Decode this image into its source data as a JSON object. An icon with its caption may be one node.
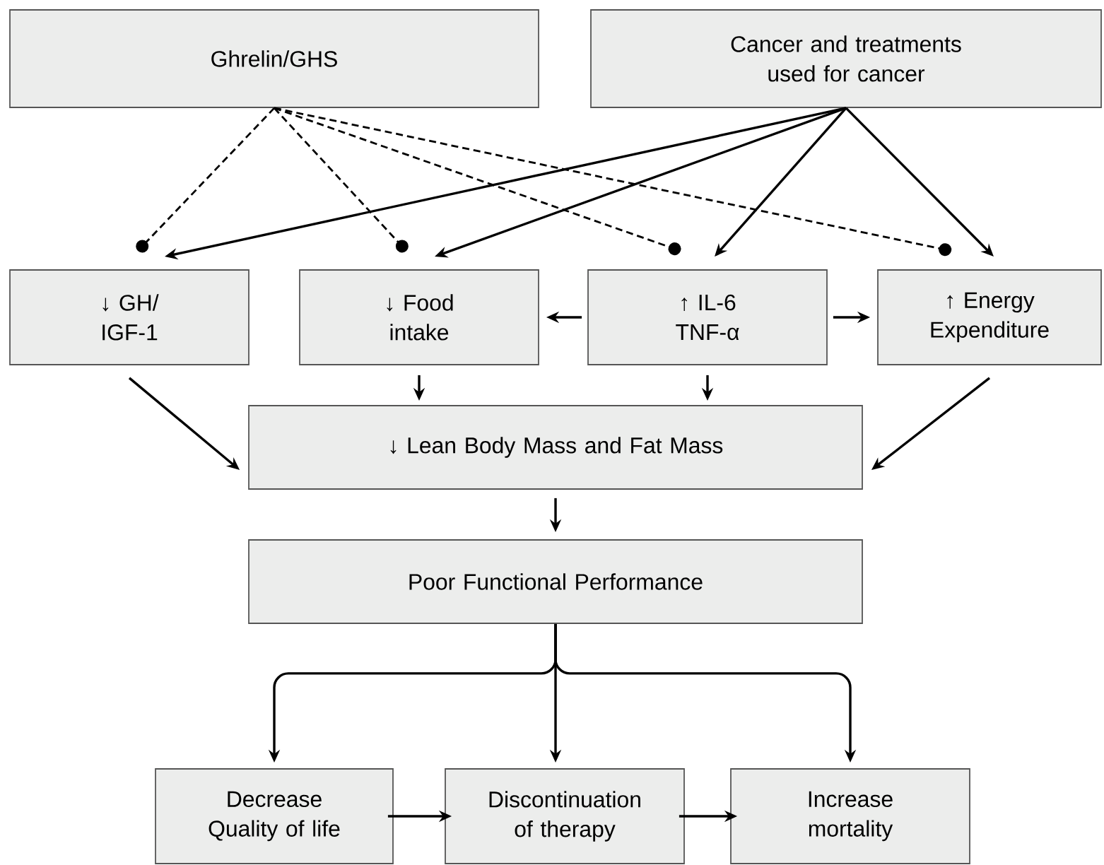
{
  "diagram": {
    "nodes": [
      {
        "text": [
          "Ghrelin/GHS"
        ]
      },
      {
        "text": [
          "Cancer and treatments used for cancer"
        ]
      },
      {
        "text": [
          "↓ GH/ IGF-1"
        ]
      },
      {
        "text": [
          "↓ Food intake"
        ]
      },
      {
        "text": [
          "↑ IL-6 TNF-α"
        ]
      },
      {
        "text": [
          "↑ Energy Expenditure"
        ]
      },
      {
        "text": [
          "↓ Lean Body Mass and Fat Mass"
        ]
      },
      {
        "text": [
          "Poor Functional Performance"
        ]
      },
      {
        "text": [
          "Decrease Quality of life"
        ]
      },
      {
        "text": [
          "Discontinuation of therapy"
        ]
      },
      {
        "text": [
          "Increase mortality"
        ]
      }
    ],
    "edges": [
      {
        "from": 0,
        "to": 2,
        "arrow": "other",
        "style": "dashed"
      },
      {
        "from": 0,
        "to": 3,
        "arrow": "other",
        "style": "dashed"
      },
      {
        "from": 0,
        "to": 4,
        "arrow": "other",
        "style": "dashed"
      },
      {
        "from": 0,
        "to": 5,
        "arrow": "other",
        "style": "dashed"
      },
      {
        "from": 1,
        "to": 2,
        "arrow": "to"
      },
      {
        "from": 1,
        "to": 3,
        "arrow": "to"
      },
      {
        "from": 1,
        "to": 4,
        "arrow": "to"
      },
      {
        "from": 1,
        "to": 5,
        "arrow": "to"
      },
      {
        "from": 4,
        "to": 3,
        "arrow": "to"
      },
      {
        "from": 4,
        "to": 5,
        "arrow": "to"
      },
      {
        "from": 2,
        "to": 6,
        "arrow": "to"
      },
      {
        "from": 3,
        "to": 6,
        "arrow": "to"
      },
      {
        "from": 4,
        "to": 6,
        "arrow": "to"
      },
      {
        "from": 5,
        "to": 6,
        "arrow": "to"
      },
      {
        "from": 6,
        "to": 7,
        "arrow": "to"
      },
      {
        "from": 7,
        "to": 8,
        "arrow": "to"
      },
      {
        "from": 7,
        "to": 9,
        "arrow": "to"
      },
      {
        "from": 7,
        "to": 10,
        "arrow": "to"
      },
      {
        "from": 8,
        "to": 9,
        "arrow": "to"
      },
      {
        "from": 9,
        "to": 10,
        "arrow": "to"
      }
    ]
  }
}
